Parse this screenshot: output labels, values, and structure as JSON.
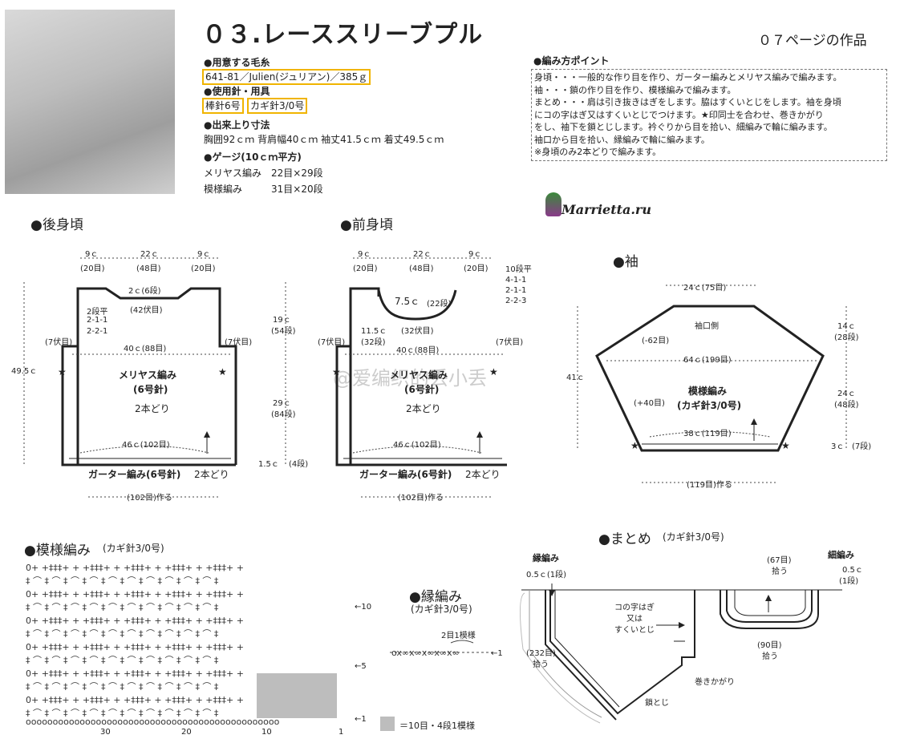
{
  "header": {
    "title": "０３.レーススリーブプル",
    "page_ref": "０７ページの作品"
  },
  "materials": {
    "yarn_heading": "●用意する毛糸",
    "yarn": "641-81／Julien(ジュリアン)／385ｇ",
    "tools_heading": "●使用針・用具",
    "needle1": "棒針6号",
    "needle2": "カギ針3/0号",
    "size_heading": "●出来上り寸法",
    "size": "胸囲92ｃｍ 背肩幅40ｃｍ 袖丈41.5ｃｍ 着丈49.5ｃｍ",
    "gauge_heading": "●ゲージ(10ｃｍ平方)",
    "gauge1": "メリヤス編み　22目×29段",
    "gauge2": "模様編み　　　31目×20段"
  },
  "tips": {
    "heading": "●編み方ポイント",
    "lines": [
      "身頃・・・一般的な作り目を作り、ガーター編みとメリヤス編みで編みます。",
      "袖・・・鎖の作り目を作り、模様編みで編みます。",
      "まとめ・・・肩は引き抜きはぎをします。脇はすくいとじをします。袖を身頃",
      "にコの字はぎ又はすくいとじでつけます。★印同士を合わせ、巻きかがり",
      "をし、袖下を鎖とじします。衿ぐりから目を拾い、細編みで輪に編みます。",
      "袖口から目を拾い、縁編みで輪に編みます。",
      "※身頃のみ2本どりで編みます。"
    ]
  },
  "watermark": "@爱编织的丢小丢",
  "logo_text": "Marrietta.ru",
  "back": {
    "heading": "●後身頃",
    "top_l": "9ｃ",
    "top_m": "22ｃ",
    "top_r": "9ｃ",
    "sts_l": "(20目)",
    "sts_m": "(48目)",
    "sts_r": "(20目)",
    "neck": "2ｃ(6段)",
    "neck_bo": "(42伏目)",
    "dec": [
      "2段平",
      "2-1-1",
      "2-2-1"
    ],
    "arm_l": "(7伏目)",
    "arm_r": "(7伏目)",
    "width": "40ｃ(88目)",
    "fabric": "メリヤス編み",
    "needle": "(6号針)",
    "strands": "2本どり",
    "hem_w": "46ｃ(102目)",
    "garter": "ガーター編み(6号針)",
    "garter_str": "2本どり",
    "cast": "(102目)作る",
    "length": "49.5ｃ"
  },
  "front": {
    "heading": "●前身頃",
    "top_l": "9ｃ",
    "top_m": "22ｃ",
    "top_r": "9ｃ",
    "sts_l": "(20目)",
    "sts_m": "(48目)",
    "sts_r": "(20目)",
    "neck_d": "7.5ｃ",
    "neck_rows": "(22段)",
    "neck_bo": "(32伏目)",
    "dec": [
      "10段平",
      "4-1-1",
      "2-1-1",
      "2-2-3"
    ],
    "arm_h": "11.5ｃ",
    "arm_rows": "(32段)",
    "arm_l": "(7伏目)",
    "arm_r": "(7伏目)",
    "width": "40ｃ(88目)",
    "fabric": "メリヤス編み",
    "needle": "(6号針)",
    "strands": "2本どり",
    "hem_w": "46ｃ(102目)",
    "garter": "ガーター編み(6号針)",
    "garter_str": "2本どり",
    "cast": "(102目)作る",
    "v1": "19ｃ",
    "v1r": "(54段)",
    "v2": "29ｃ",
    "v2r": "(84段)",
    "v3": "1.5ｃ",
    "v3r": "(4段)"
  },
  "sleeve": {
    "heading": "●袖",
    "top": "24ｃ(75目)",
    "cuff": "袖口側",
    "dec": "(-62目)",
    "width": "64ｃ(199目)",
    "inc": "(+40目)",
    "fabric": "模様編み",
    "hook": "(カギ針3/0号)",
    "bottom": "38ｃ(119目)",
    "cast": "(119目)作る",
    "length": "41ｃ",
    "r1": "14ｃ",
    "r1r": "(28段)",
    "r2": "24ｃ",
    "r2r": "(48段)",
    "r3": "3ｃ",
    "r3r": "(7段)"
  },
  "pattern": {
    "heading": "●模様編み",
    "sub": "(カギ針3/0号)",
    "x_ticks": [
      "30",
      "20",
      "10",
      "1"
    ],
    "row_marks": [
      "←10",
      "←5",
      "←1"
    ],
    "legend": "＝10目・4段1模様"
  },
  "edging": {
    "heading": "●縁編み",
    "sub": "(カギ針3/0号)",
    "repeat": "2目1模様",
    "arrow": "←1"
  },
  "finishing": {
    "heading": "●まとめ",
    "sub": "(カギ針3/0号)",
    "edge_lbl": "縁編み",
    "edge_w": "0.5ｃ(1段)",
    "pick1": "(232目)",
    "pick1b": "拾う",
    "join": [
      "コの字はぎ",
      "又は",
      "すくいとじ"
    ],
    "whip": "巻きかがり",
    "chain": "鎖とじ",
    "sc_lbl": "細編み",
    "sc_w": "0.5ｃ",
    "sc_r": "(1段)",
    "pick2": "(67目)",
    "pick2b": "拾う",
    "pick3": "(90目)",
    "pick3b": "拾う"
  }
}
